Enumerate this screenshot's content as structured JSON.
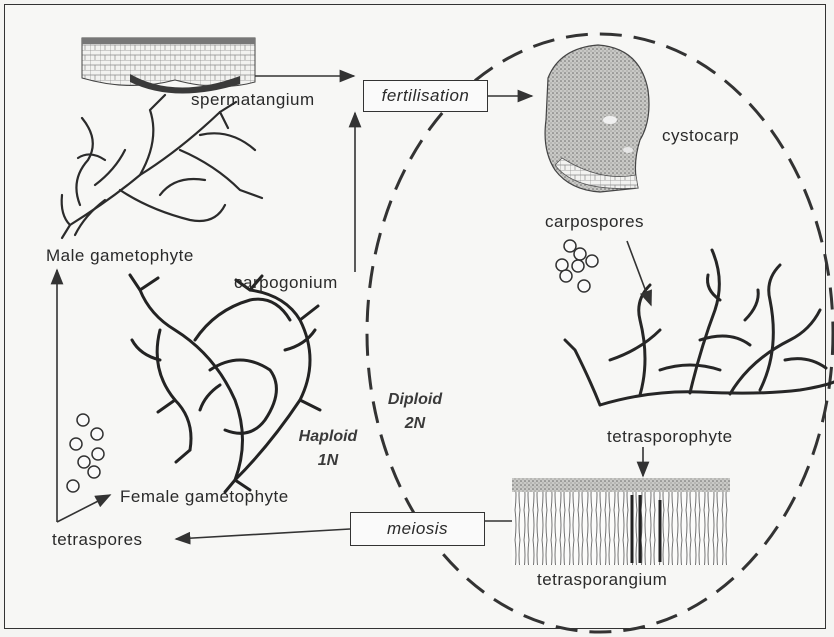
{
  "labels": {
    "spermatangium": "spermatangium",
    "fertilisation": "fertilisation",
    "cystocarp": "cystocarp",
    "carpospores": "carpospores",
    "male_gametophyte": "Male gametophyte",
    "carpogonium": "carpogonium",
    "diploid": "Diploid",
    "diploid_n": "2N",
    "haploid": "Haploid",
    "haploid_n": "1N",
    "tetrasporophyte": "tetrasporophyte",
    "female_gametophyte": "Female gametophyte",
    "meiosis": "meiosis",
    "tetraspores": "tetraspores",
    "tetrasporangium": "tetrasporangium"
  },
  "colors": {
    "line": "#333333",
    "plant": "#2b2b2b",
    "tissue": "#555555"
  }
}
